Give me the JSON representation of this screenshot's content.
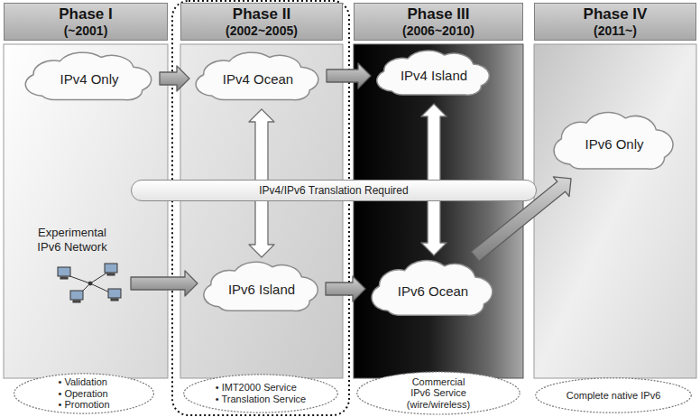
{
  "diagram": {
    "nodes": [
      {
        "text": [
          "Phase I",
          "(~2001)"
        ]
      },
      {
        "text": [
          "Phase II",
          "(2002~2005)"
        ]
      },
      {
        "text": [
          "Phase III",
          "(2006~2010)"
        ]
      },
      {
        "text": [
          "Phase IV",
          "(2011~)"
        ]
      },
      {
        "text": [
          "IPv4 Only"
        ]
      },
      {
        "text": [
          "Experimental IPv6 Network"
        ]
      },
      {
        "text": [
          "IPv4 Ocean"
        ]
      },
      {
        "text": [
          "IPv4/IPv6 Translation Required"
        ]
      },
      {
        "text": [
          "IPv6 Island"
        ]
      },
      {
        "text": [
          "IPv4 Island"
        ]
      },
      {
        "text": [
          "IPv6 Ocean"
        ]
      },
      {
        "text": [
          "IPv6 Only"
        ]
      },
      {
        "text": [
          "• Validation",
          "• Operation",
          "• Promotion"
        ]
      },
      {
        "text": [
          "• IMT2000 Service",
          "• Translation Service"
        ]
      },
      {
        "text": [
          "Commercial IPv6 Service (wire/wireless)"
        ]
      },
      {
        "text": [
          "Complete native IPv6"
        ]
      }
    ],
    "edges": [
      {
        "from": 4,
        "to": 6,
        "arrow": "to"
      },
      {
        "from": 6,
        "to": 9,
        "arrow": "to"
      },
      {
        "from": 5,
        "to": 8,
        "arrow": "to"
      },
      {
        "from": 8,
        "to": 10,
        "arrow": "to"
      },
      {
        "from": 10,
        "to": 11,
        "arrow": "to"
      },
      {
        "from": 6,
        "to": 8,
        "arrow": "both"
      },
      {
        "from": 9,
        "to": 10,
        "arrow": "both"
      }
    ]
  }
}
